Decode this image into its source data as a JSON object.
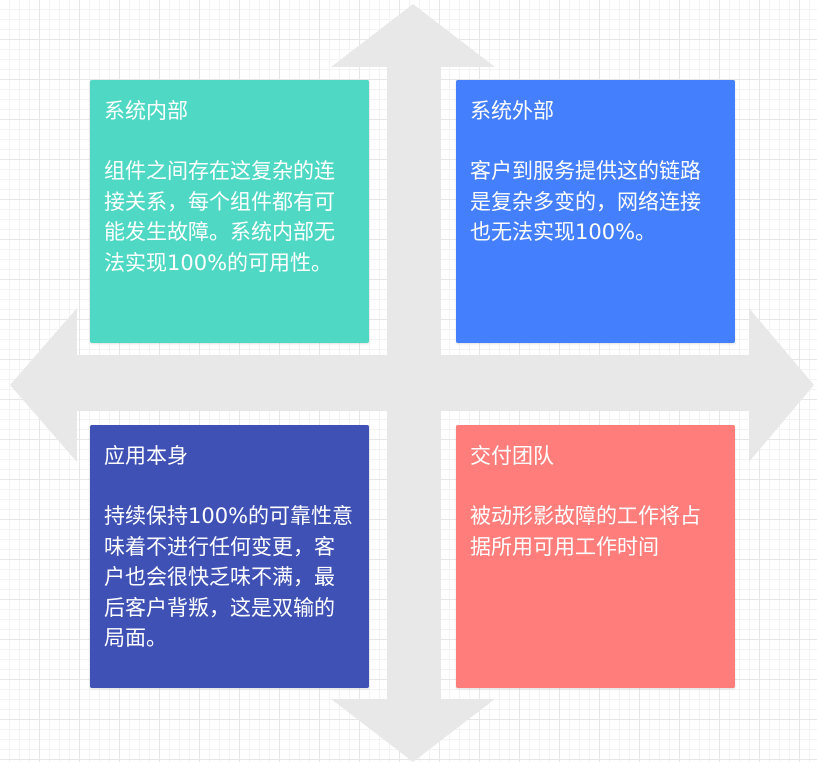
{
  "colors": {
    "arrow": "#e8e8e8",
    "grid": "#e6e6e6",
    "top_left": "#4fd8c4",
    "top_right": "#447ffe",
    "bottom_left": "#3f51b5",
    "bottom_right": "#ff7d7a"
  },
  "quadrants": {
    "top_left": {
      "title": "系统内部",
      "body": "组件之间存在这复杂的连接关系，每个组件都有可能发生故障。系统内部无法实现100%的可用性。"
    },
    "top_right": {
      "title": "系统外部",
      "body": "客户到服务提供这的链路是复杂多变的，网络连接也无法实现100%。"
    },
    "bottom_left": {
      "title": "应用本身",
      "body": "持续保持100%的可靠性意味着不进行任何变更，客户也会很快乏味不满，最后客户背叛，这是双输的局面。"
    },
    "bottom_right": {
      "title": "交付团队",
      "body": "被动形影故障的工作将占据所用可用工作时间"
    }
  }
}
